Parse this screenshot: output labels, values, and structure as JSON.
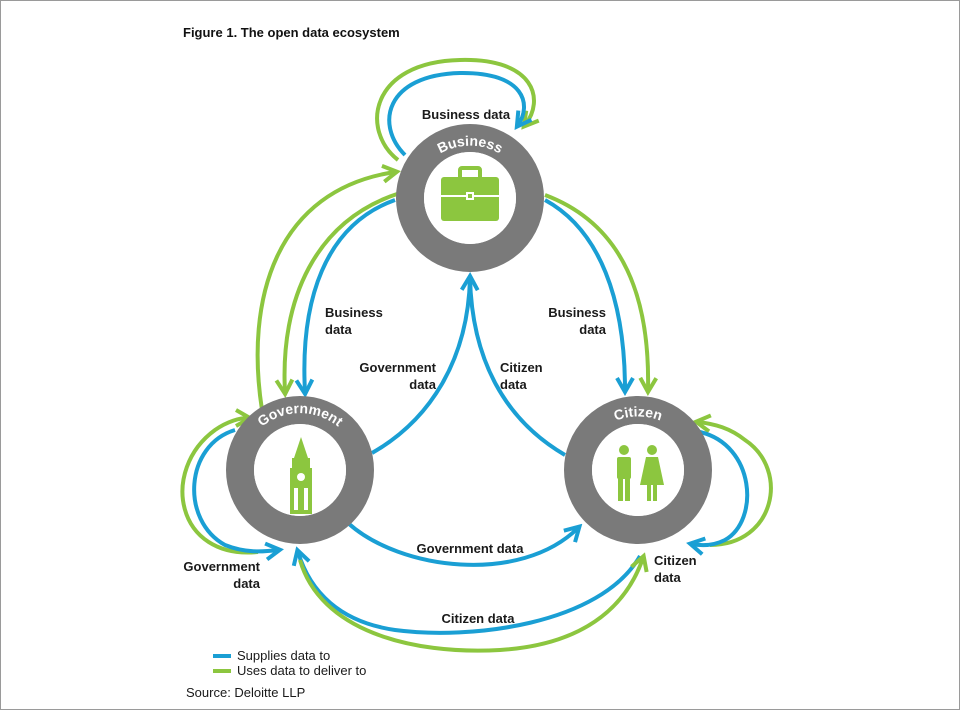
{
  "figure": {
    "title": "Figure 1. The open data ecosystem",
    "source": "Source: Deloitte LLP"
  },
  "nodes": {
    "business": {
      "label": "Business",
      "icon": "briefcase-icon"
    },
    "government": {
      "label": "Government",
      "icon": "big-ben-icon"
    },
    "citizen": {
      "label": "Citizen",
      "icon": "people-icon"
    }
  },
  "labels": {
    "business_self": "Business data",
    "gov_to_business_line1": "Government",
    "gov_to_business_line2": "data",
    "citizen_to_business_line1": "Citizen",
    "citizen_to_business_line2": "data",
    "business_to_gov_line1": "Business",
    "business_to_gov_line2": "data",
    "business_to_citizen_line1": "Business",
    "business_to_citizen_line2": "data",
    "gov_self_line1": "Government",
    "gov_self_line2": "data",
    "citizen_self_line1": "Citizen",
    "citizen_self_line2": "data",
    "gov_to_citizen": "Government data",
    "citizen_to_gov": "Citizen data"
  },
  "legend": {
    "supplies": {
      "label": "Supplies data to",
      "color": "#1a9fd4"
    },
    "uses": {
      "label": "Uses data to deliver to",
      "color": "#8cc63f"
    }
  },
  "colors": {
    "ring": "#7a7a7a",
    "icon": "#8cc63f",
    "blue": "#1a9fd4",
    "green": "#8cc63f"
  }
}
